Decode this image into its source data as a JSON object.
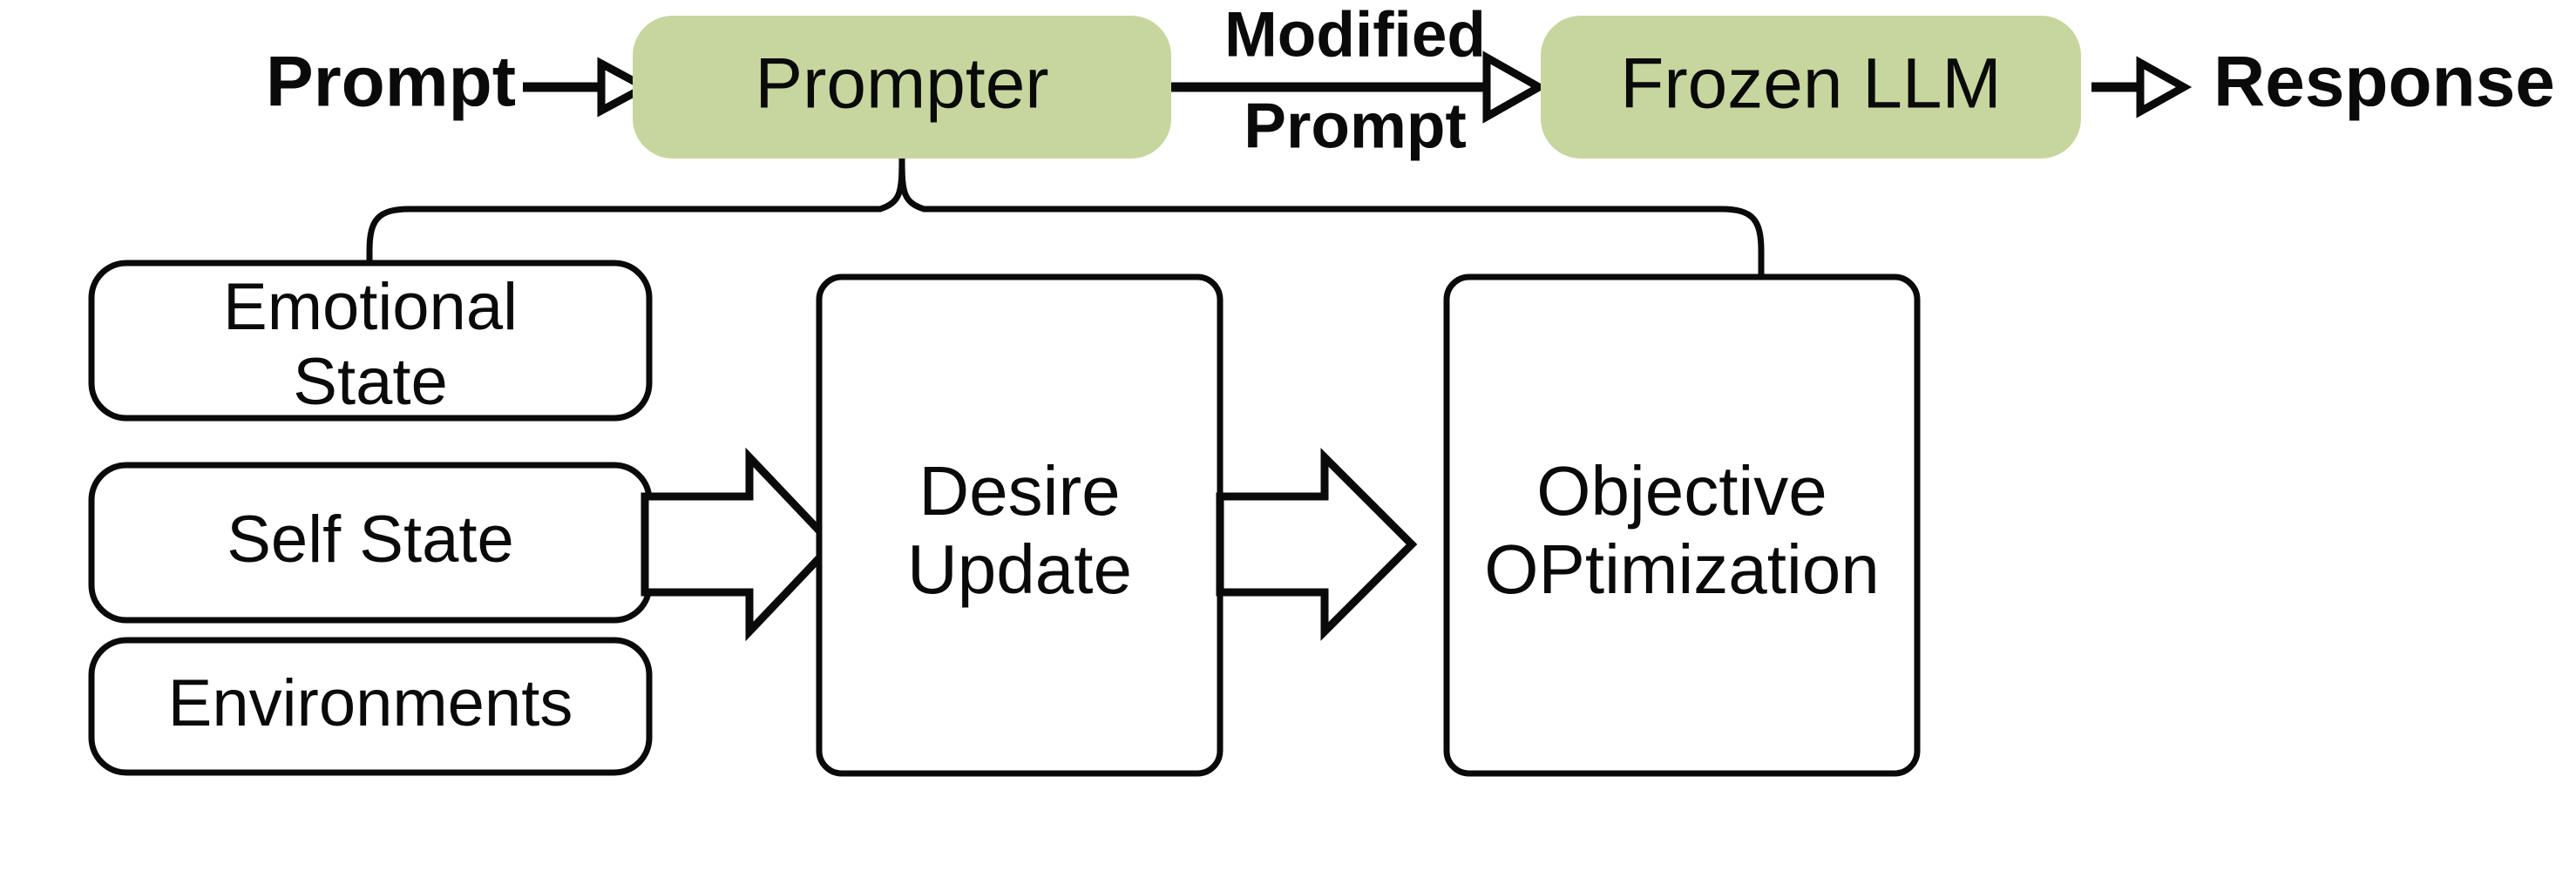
{
  "diagram": {
    "title": "Prompter framework pipeline",
    "colors": {
      "node_fill_green": "#c6d69e",
      "node_fill_white": "#ffffff",
      "stroke": "#0a0a0a",
      "background": "#ffffff"
    },
    "top_row": {
      "input_label": "Prompt",
      "prompter_label": "Prompter",
      "middle_edge_label_line1": "Modified",
      "middle_edge_label_line2": "Prompt",
      "llm_label": "Frozen LLM",
      "output_label": "Response"
    },
    "left_column": [
      {
        "id": "emotional-state",
        "line1": "Emotional",
        "line2": "State"
      },
      {
        "id": "self-state",
        "line1": "Self State",
        "line2": ""
      },
      {
        "id": "environments",
        "line1": "Environments",
        "line2": ""
      }
    ],
    "process_boxes": [
      {
        "id": "desire-update",
        "line1": "Desire",
        "line2": "Update"
      },
      {
        "id": "objective-optimization",
        "line1": "Objective",
        "line2": "OPtimization"
      }
    ],
    "connectors": {
      "prompter_to_modules": "brace",
      "self_state_to_desire": "block-arrow",
      "desire_to_objective": "block-arrow"
    }
  }
}
